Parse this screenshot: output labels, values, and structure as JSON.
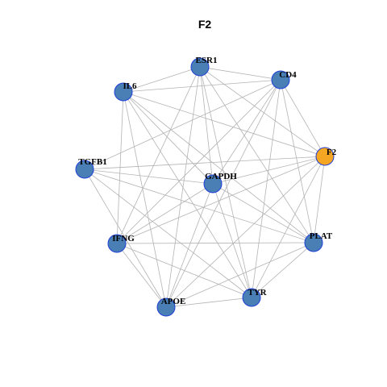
{
  "title": "F2",
  "colors": {
    "node_default": "#4a7fb5",
    "node_highlight": "#f5a623",
    "node_border": "#1f3fd6",
    "edge": "#b3b3b3"
  },
  "nodes": [
    {
      "id": "ESR1",
      "label": "ESR1",
      "highlight": false
    },
    {
      "id": "CD4",
      "label": "CD4",
      "highlight": false
    },
    {
      "id": "IL6",
      "label": "IL6",
      "highlight": false
    },
    {
      "id": "F2",
      "label": "F2",
      "highlight": true
    },
    {
      "id": "TGFB1",
      "label": "TGFB1",
      "highlight": false
    },
    {
      "id": "GAPDH",
      "label": "GAPDH",
      "highlight": false
    },
    {
      "id": "IFNG",
      "label": "IFNG",
      "highlight": false
    },
    {
      "id": "PLAT",
      "label": "PLAT",
      "highlight": false
    },
    {
      "id": "TYR",
      "label": "TYR",
      "highlight": false
    },
    {
      "id": "APOE",
      "label": "APOE",
      "highlight": false
    }
  ],
  "edges": [
    [
      "ESR1",
      "CD4"
    ],
    [
      "ESR1",
      "IL6"
    ],
    [
      "ESR1",
      "F2"
    ],
    [
      "ESR1",
      "GAPDH"
    ],
    [
      "ESR1",
      "IFNG"
    ],
    [
      "ESR1",
      "PLAT"
    ],
    [
      "ESR1",
      "TYR"
    ],
    [
      "ESR1",
      "APOE"
    ],
    [
      "CD4",
      "IL6"
    ],
    [
      "CD4",
      "F2"
    ],
    [
      "CD4",
      "TGFB1"
    ],
    [
      "CD4",
      "GAPDH"
    ],
    [
      "CD4",
      "IFNG"
    ],
    [
      "CD4",
      "PLAT"
    ],
    [
      "CD4",
      "TYR"
    ],
    [
      "CD4",
      "APOE"
    ],
    [
      "IL6",
      "F2"
    ],
    [
      "IL6",
      "GAPDH"
    ],
    [
      "IL6",
      "IFNG"
    ],
    [
      "IL6",
      "PLAT"
    ],
    [
      "IL6",
      "TYR"
    ],
    [
      "IL6",
      "APOE"
    ],
    [
      "F2",
      "TGFB1"
    ],
    [
      "F2",
      "GAPDH"
    ],
    [
      "F2",
      "IFNG"
    ],
    [
      "F2",
      "PLAT"
    ],
    [
      "F2",
      "TYR"
    ],
    [
      "F2",
      "APOE"
    ],
    [
      "TGFB1",
      "GAPDH"
    ],
    [
      "TGFB1",
      "PLAT"
    ],
    [
      "TGFB1",
      "TYR"
    ],
    [
      "TGFB1",
      "APOE"
    ],
    [
      "GAPDH",
      "IFNG"
    ],
    [
      "GAPDH",
      "PLAT"
    ],
    [
      "GAPDH",
      "TYR"
    ],
    [
      "GAPDH",
      "APOE"
    ],
    [
      "IFNG",
      "PLAT"
    ],
    [
      "IFNG",
      "TYR"
    ],
    [
      "IFNG",
      "APOE"
    ],
    [
      "PLAT",
      "TYR"
    ],
    [
      "PLAT",
      "APOE"
    ],
    [
      "TYR",
      "APOE"
    ]
  ]
}
